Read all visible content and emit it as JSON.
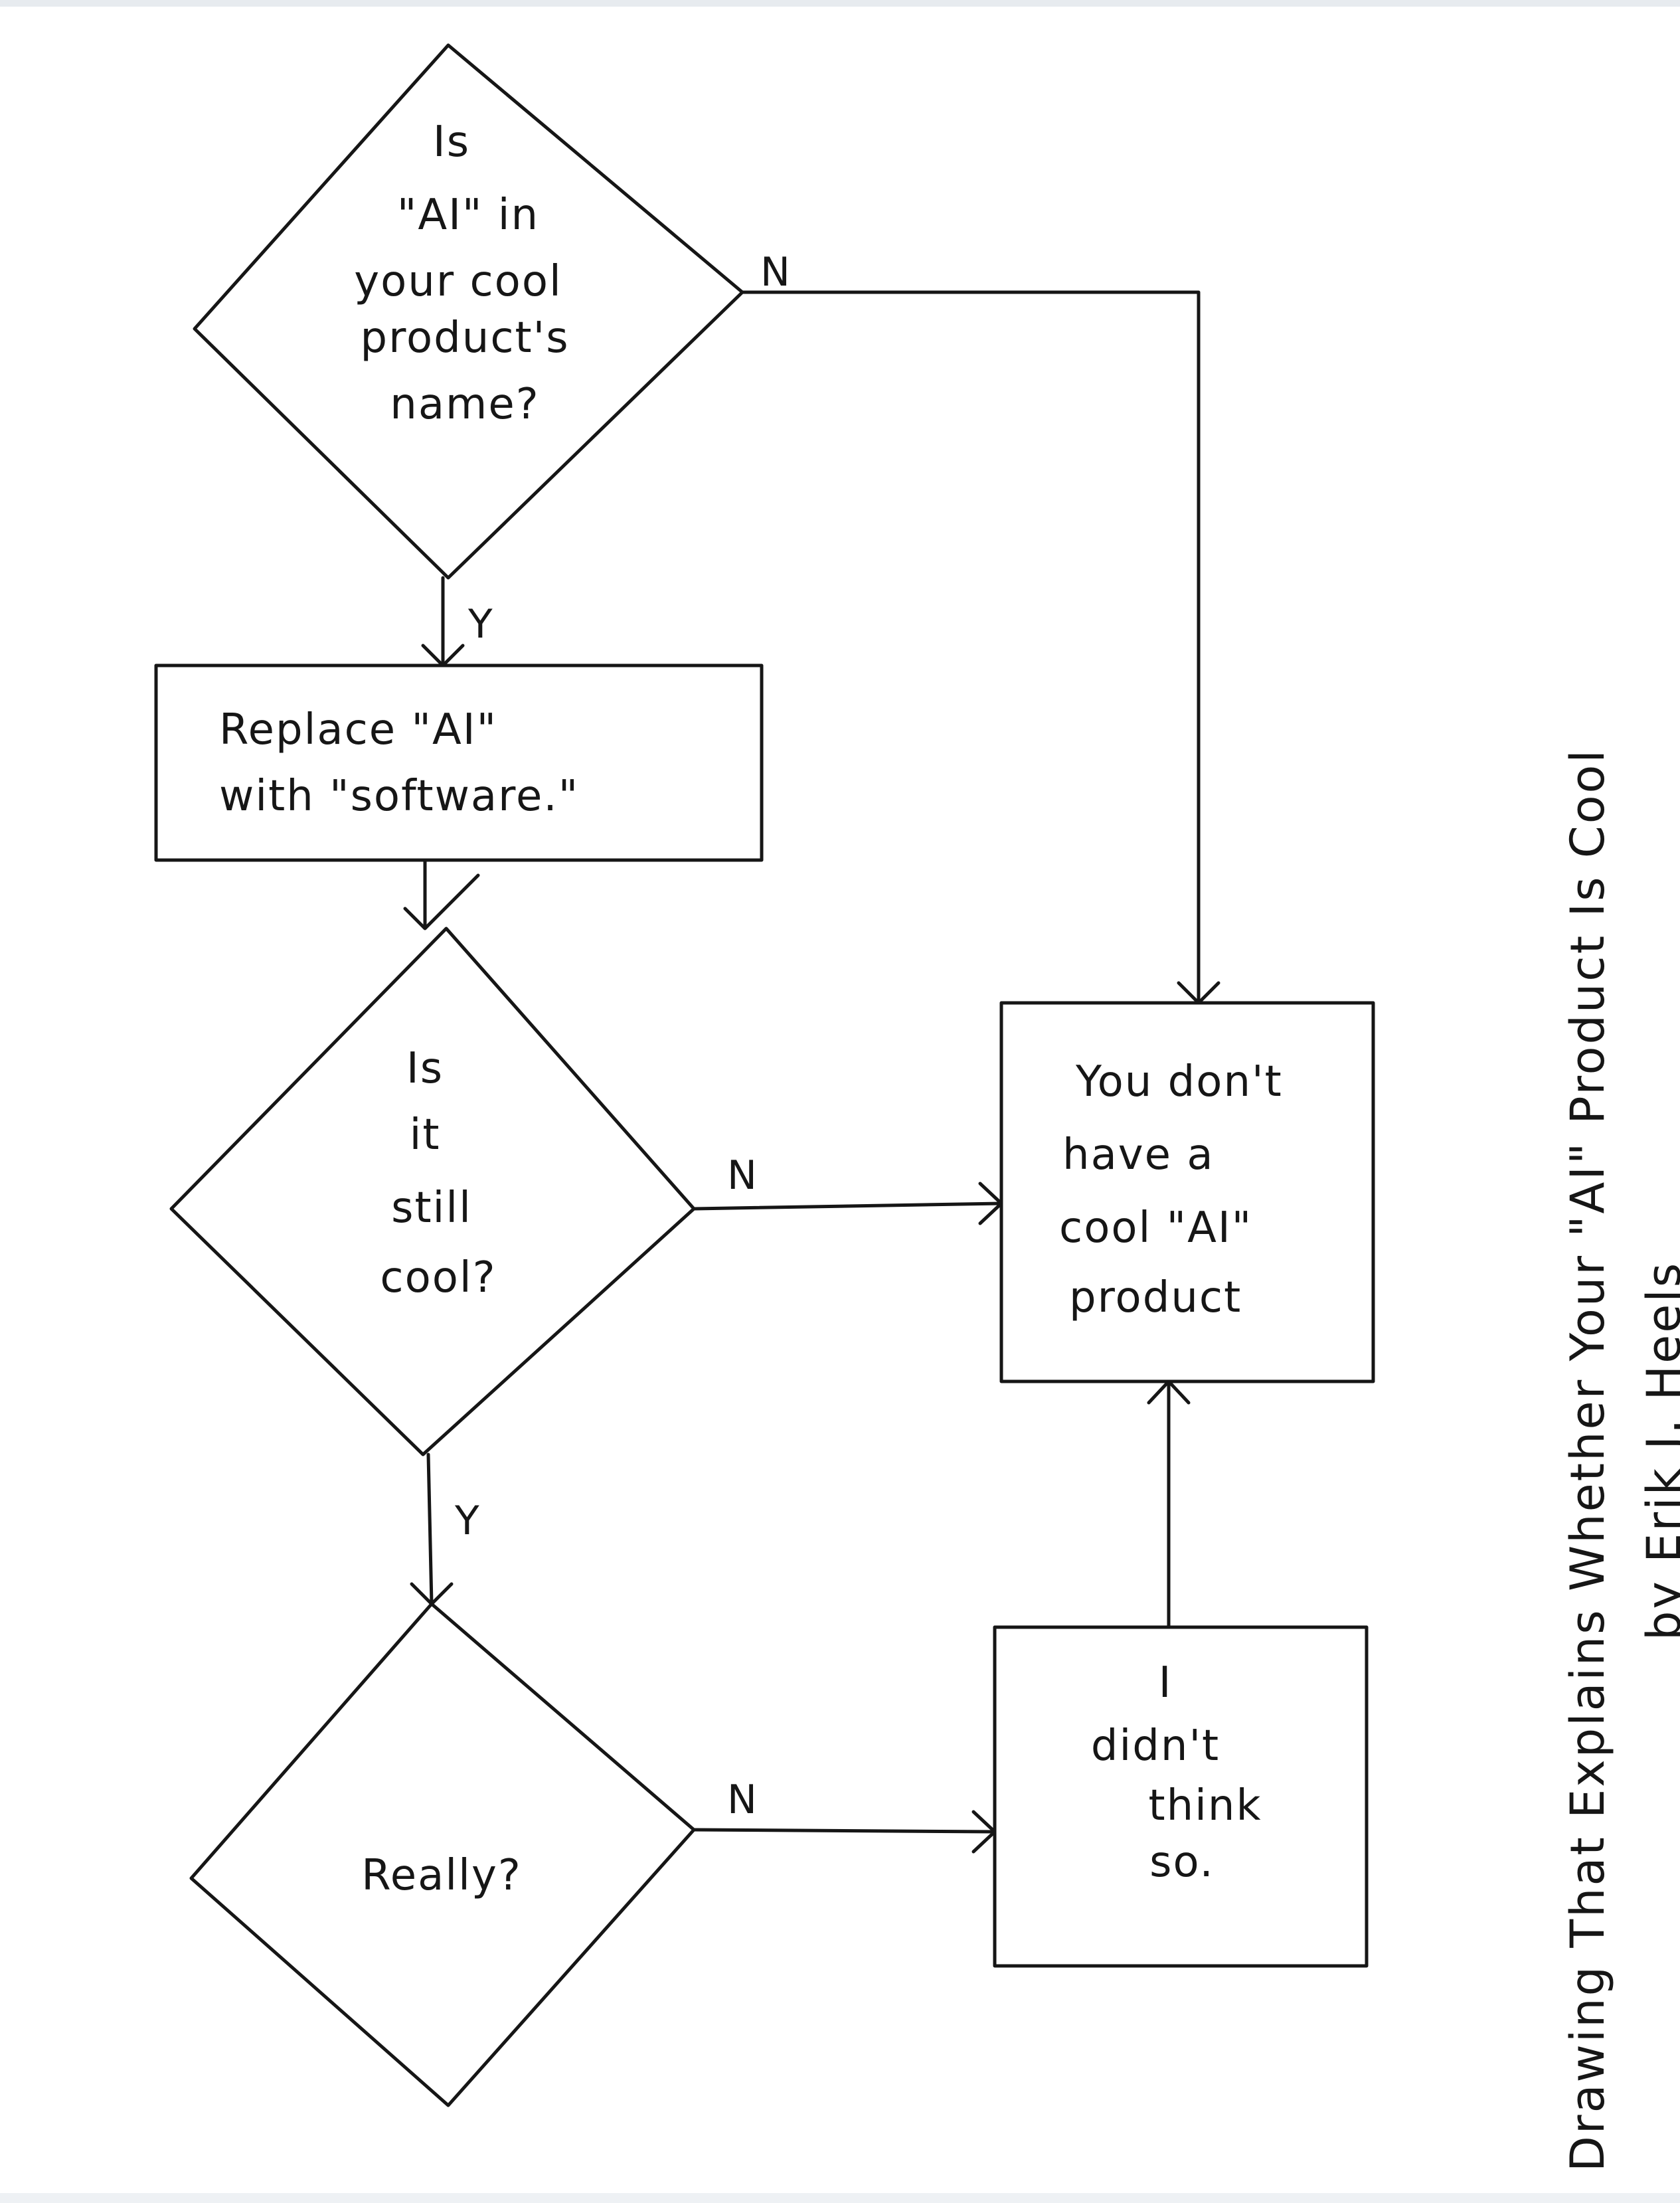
{
  "nodes": {
    "q1": {
      "lines": [
        "Is",
        "\"AI\" in",
        "your cool",
        "product's",
        "name?"
      ]
    },
    "replace": {
      "lines": [
        "Replace \"AI\"",
        "with \"software.\""
      ]
    },
    "q2": {
      "lines": [
        "Is",
        "it",
        "still",
        "cool?"
      ]
    },
    "q3": {
      "lines": [
        "Really?"
      ]
    },
    "result": {
      "lines": [
        "You don't",
        "have a",
        "cool \"AI\"",
        "product"
      ]
    },
    "thought": {
      "lines": [
        "I",
        "didn't",
        "think",
        "so."
      ]
    }
  },
  "edge_labels": {
    "q1_no": "N",
    "q1_yes": "Y",
    "q2_no": "N",
    "q2_yes": "Y",
    "q3_no": "N"
  },
  "caption": {
    "title": "Drawing That Explains Whether Your \"AI\" Product Is Cool",
    "byline": "by Erik J. Heels"
  }
}
